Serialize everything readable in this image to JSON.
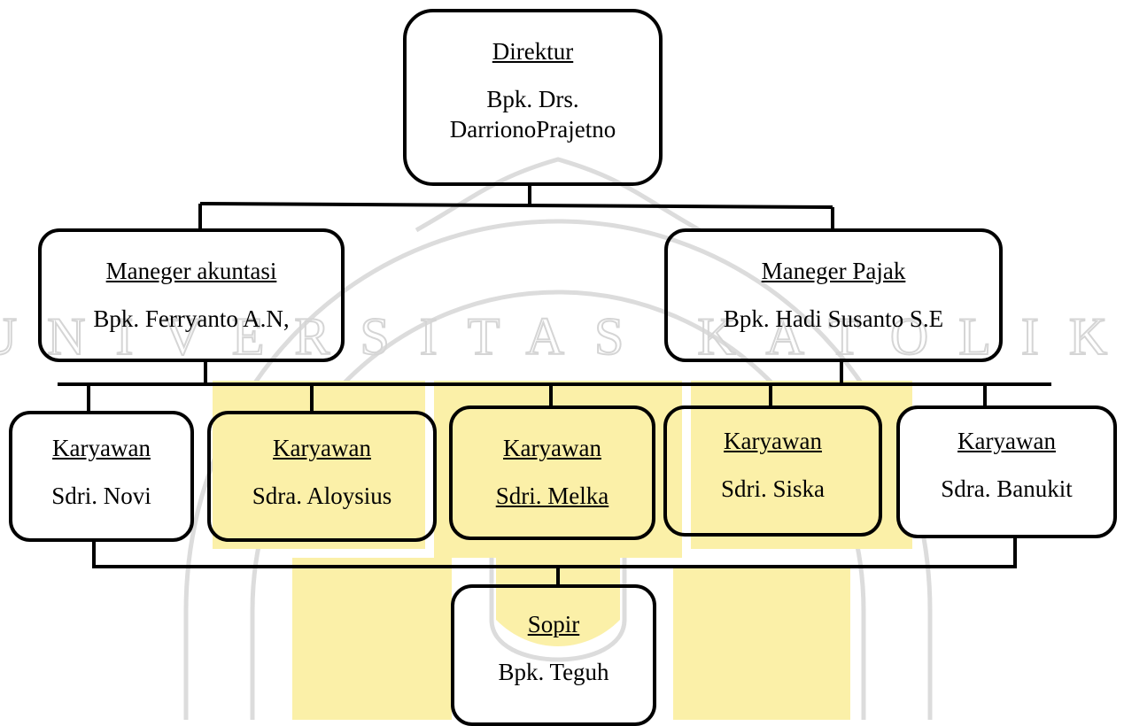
{
  "chart": {
    "direktur": {
      "title": "Direktur",
      "name_line1": "Bpk. Drs.",
      "name_line2": "DarrionoPrajetno"
    },
    "manager_akuntansi": {
      "title": "Maneger akuntasi",
      "name": "Bpk. Ferryanto A.N,"
    },
    "manager_pajak": {
      "title": "Maneger Pajak",
      "name": "Bpk. Hadi Susanto S.E"
    },
    "karyawan": [
      {
        "title": "Karyawan",
        "name": "Sdri. Novi"
      },
      {
        "title": "Karyawan",
        "name": "Sdra. Aloysius"
      },
      {
        "title": "Karyawan",
        "name": "Sdri. Melka"
      },
      {
        "title": "Karyawan",
        "name": "Sdri. Siska"
      },
      {
        "title": "Karyawan",
        "name": "Sdra. Banukit"
      }
    ],
    "sopir": {
      "title": "Sopir",
      "name": "Bpk. Teguh"
    }
  },
  "watermark": {
    "text": "UNIVERSITAS KATOLIK",
    "color": "#fbf0a8",
    "outline_color": "#d9d9d9"
  }
}
